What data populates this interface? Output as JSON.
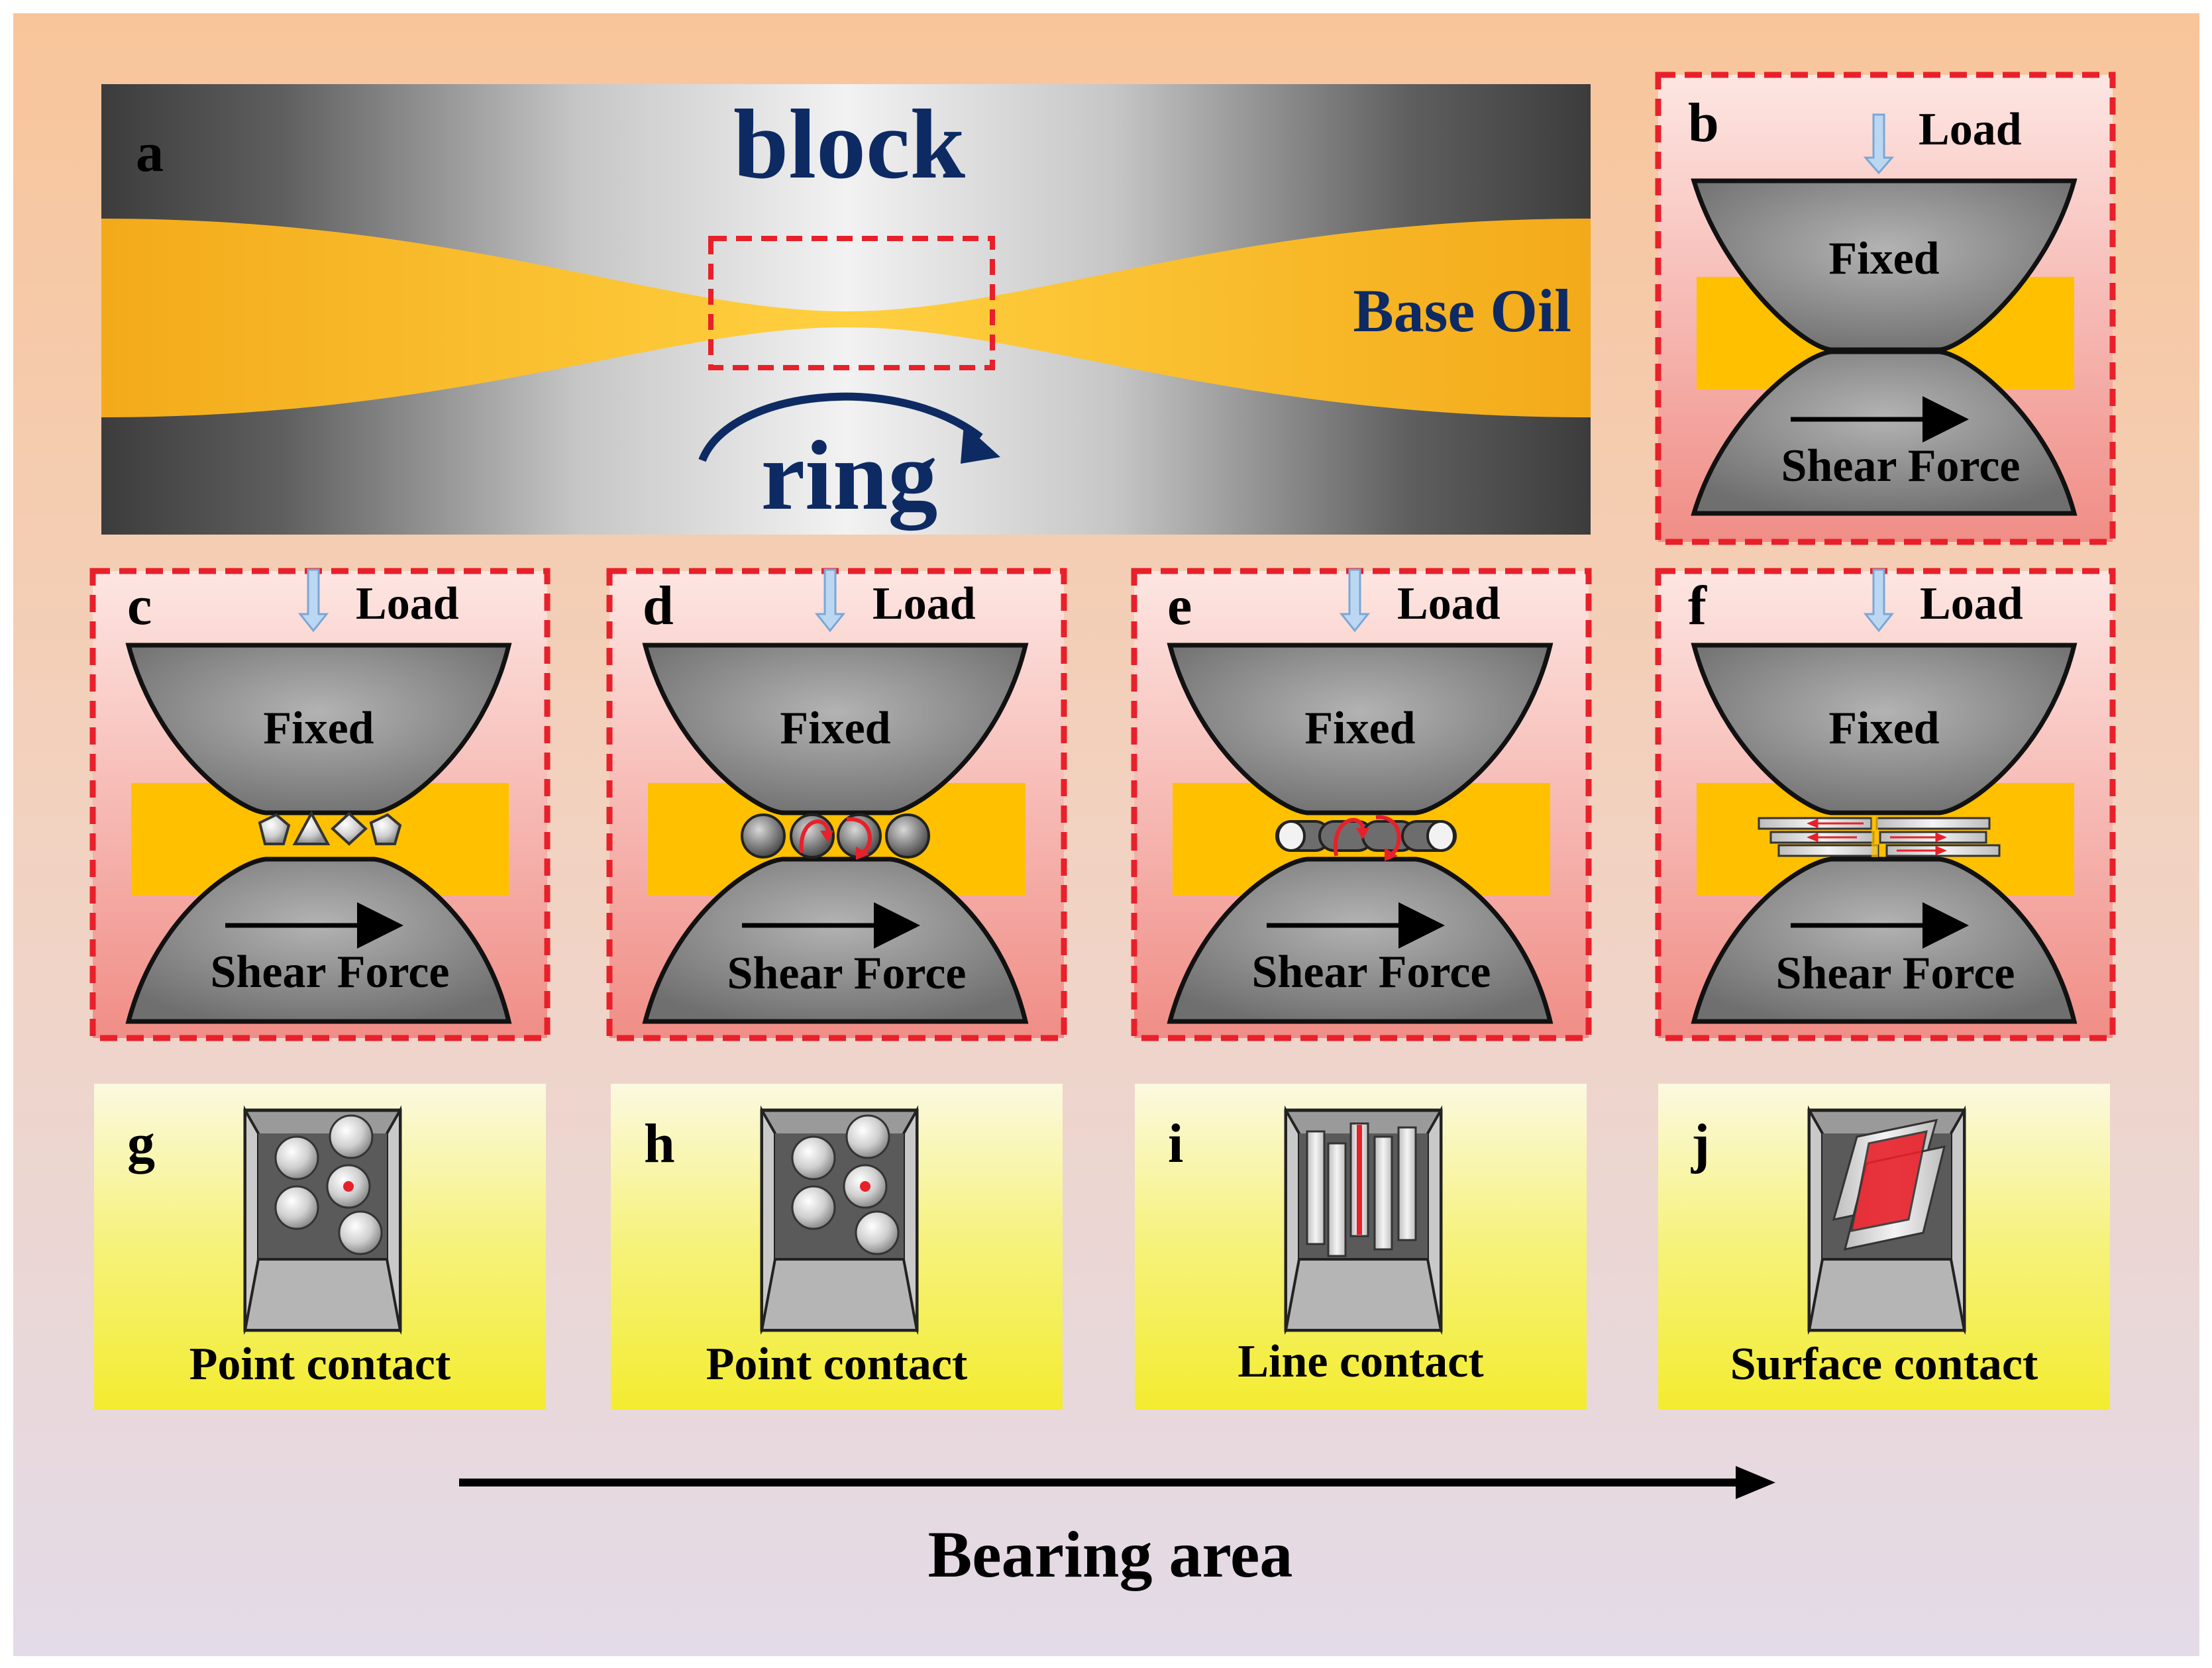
{
  "panels": {
    "a": {
      "letter": "a",
      "top_label": "block",
      "oil_label": "Base Oil",
      "bottom_label": "ring"
    },
    "b": {
      "letter": "b",
      "load": "Load",
      "fixed": "Fixed",
      "shear": "Shear Force"
    },
    "c": {
      "letter": "c",
      "load": "Load",
      "fixed": "Fixed",
      "shear": "Shear Force"
    },
    "d": {
      "letter": "d",
      "load": "Load",
      "fixed": "Fixed",
      "shear": "Shear Force"
    },
    "e": {
      "letter": "e",
      "load": "Load",
      "fixed": "Fixed",
      "shear": "Shear Force"
    },
    "f": {
      "letter": "f",
      "load": "Load",
      "fixed": "Fixed",
      "shear": "Shear Force"
    },
    "g": {
      "letter": "g",
      "caption": "Point contact"
    },
    "h": {
      "letter": "h",
      "caption": "Point contact"
    },
    "i": {
      "letter": "i",
      "caption": "Line contact"
    },
    "j": {
      "letter": "j",
      "caption": "Surface contact"
    }
  },
  "footer": {
    "axis_label": "Bearing area"
  },
  "colors": {
    "oil": "#ffc000",
    "dash": "#e8202a",
    "steel": "#8a8a8a",
    "caption_bg": "#f6ef3b",
    "load_arrow": "#bcd7f2"
  }
}
